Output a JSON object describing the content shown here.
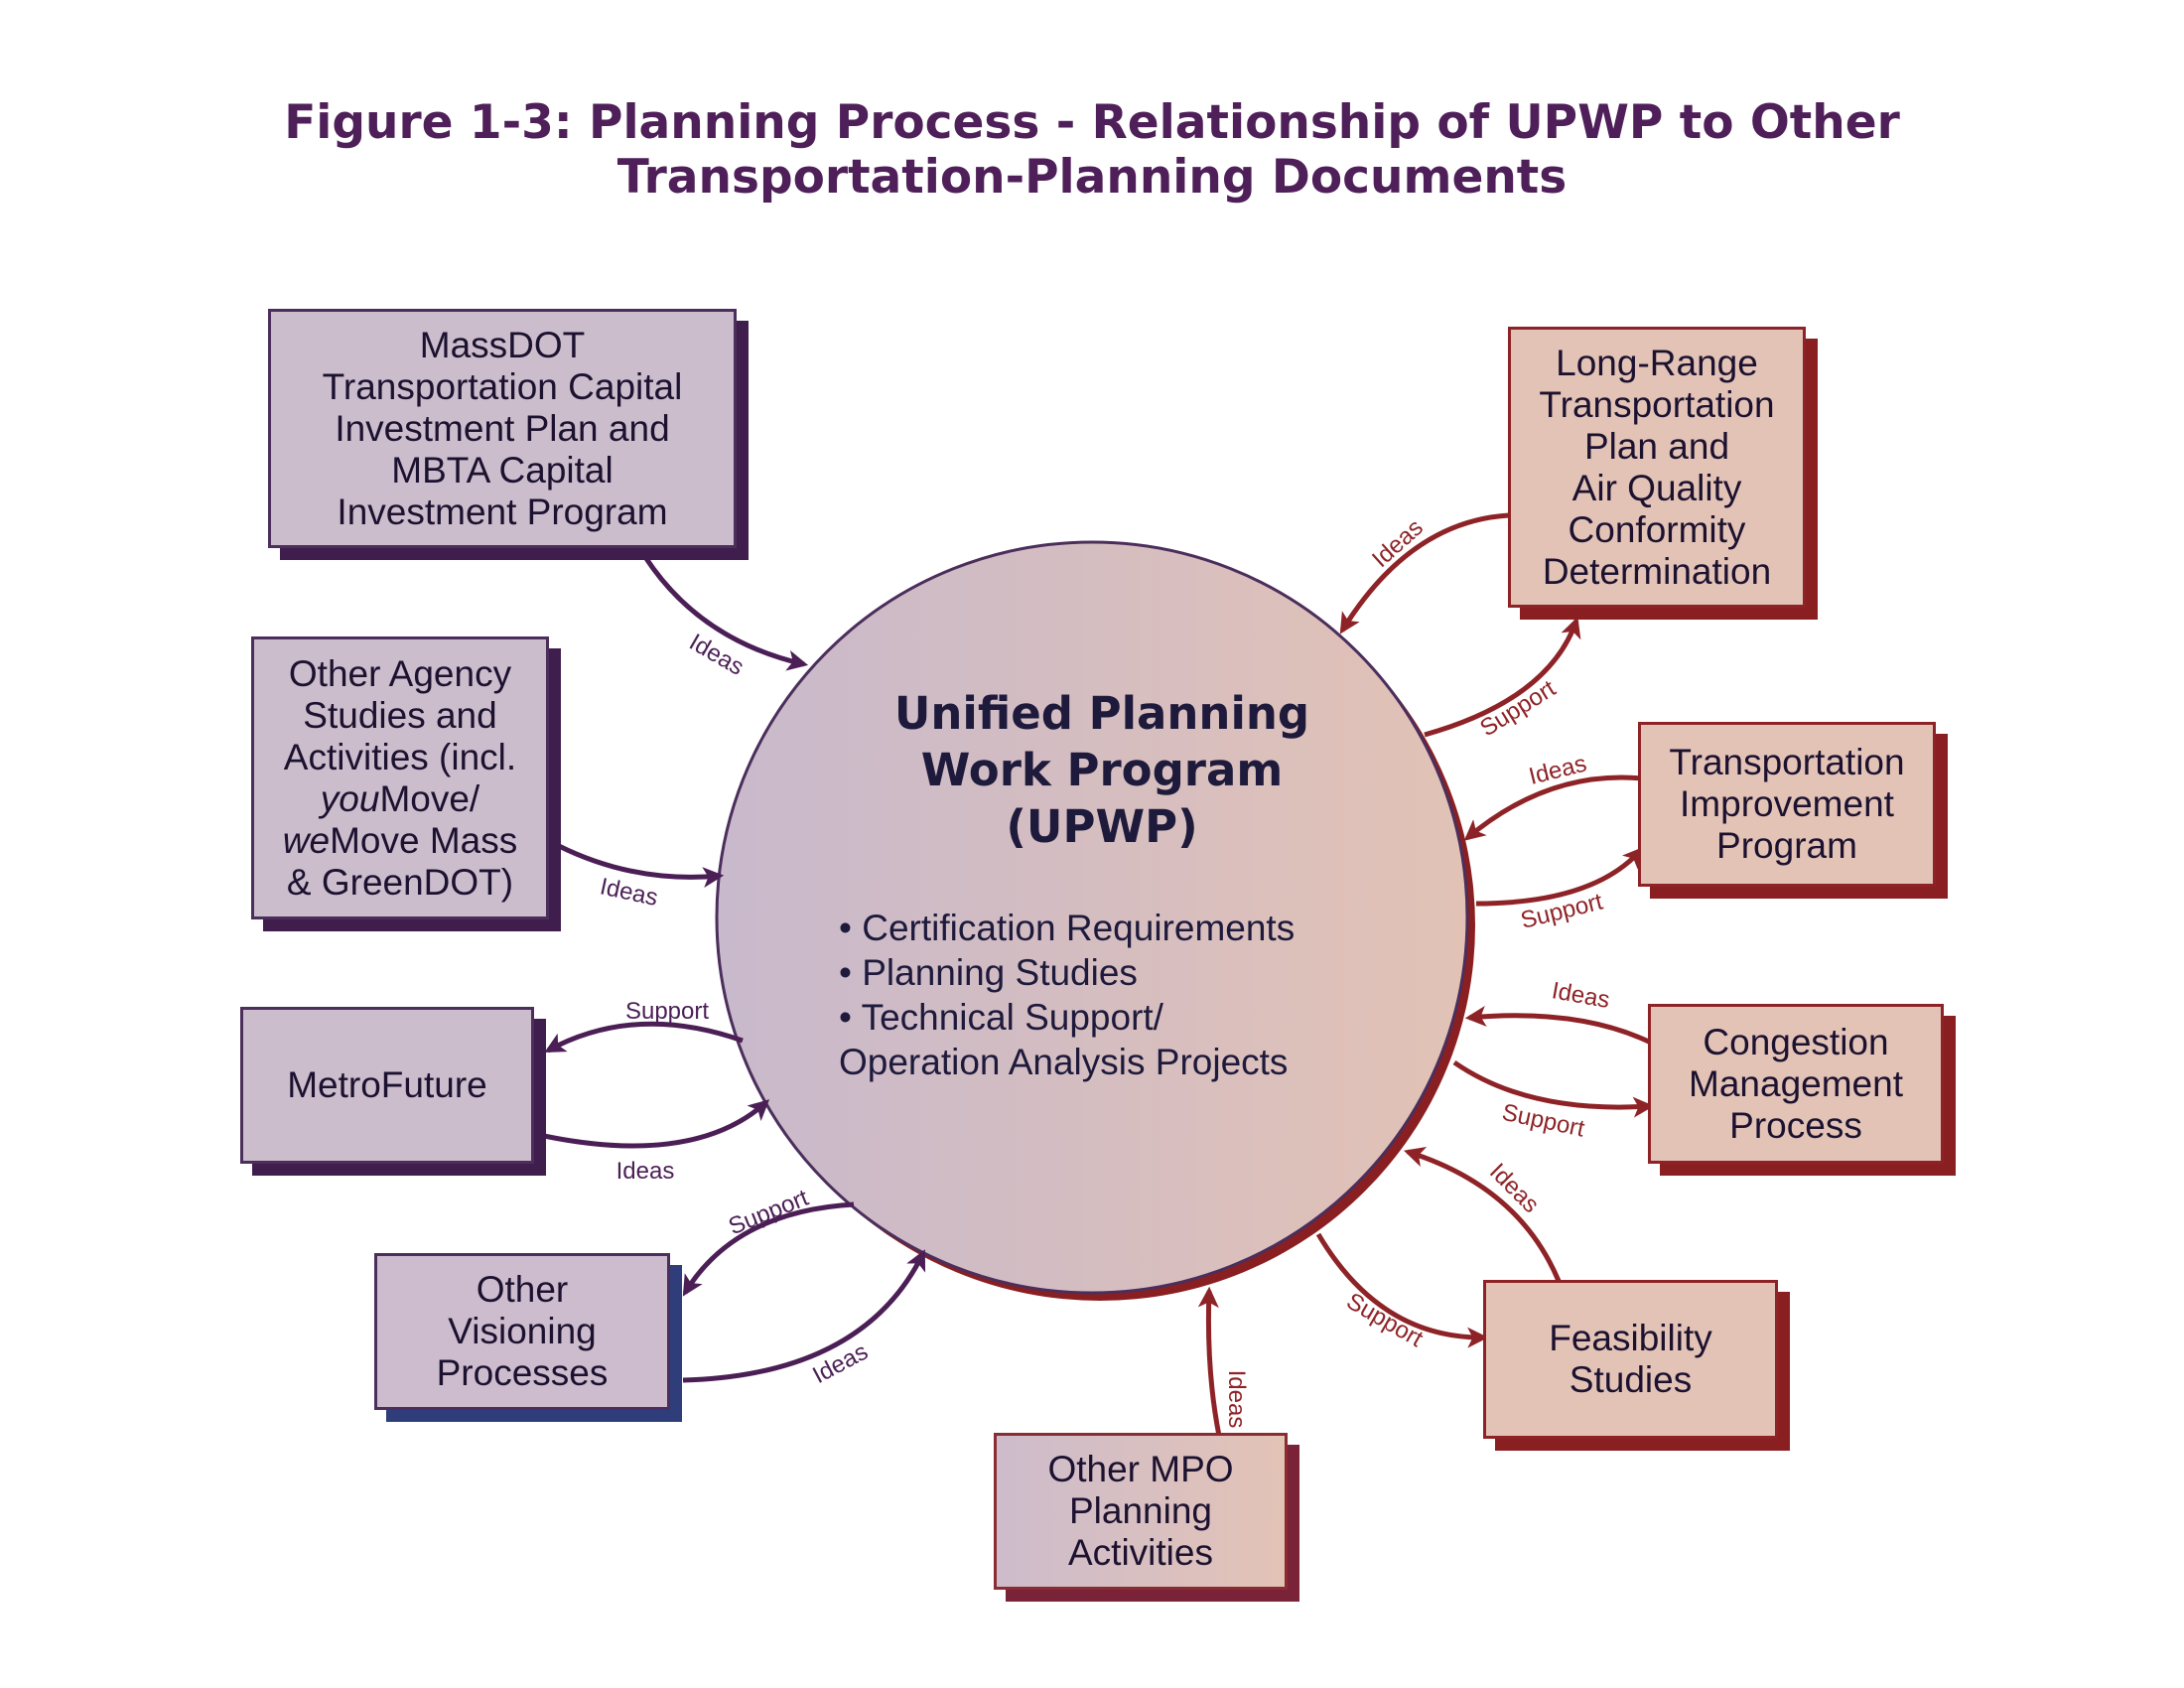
{
  "title": {
    "line1": "Figure 1-3: Planning Process - Relationship of UPWP to Other",
    "line2": "Transportation-Planning Documents"
  },
  "center": {
    "title_lines": [
      "Unified Planning",
      "Work Program",
      "(UPWP)"
    ],
    "bullets": [
      "• Certification Requirements",
      "• Planning Studies",
      "• Technical Support/",
      "Operation Analysis Projects"
    ]
  },
  "boxes": {
    "massdot": [
      "MassDOT",
      "Transportation Capital",
      "Investment Plan and",
      "MBTA Capital",
      "Investment Program"
    ],
    "other_agency": {
      "line1": "Other Agency",
      "line2": "Studies and",
      "line3": "Activities (incl.",
      "line4_italic": "you",
      "line4_rest": "Move/",
      "line5_italic": "we",
      "line5_rest": "Move Mass",
      "line6": "& GreenDOT)"
    },
    "metrofuture": [
      "MetroFuture"
    ],
    "visioning": [
      "Other",
      "Visioning",
      "Processes"
    ],
    "other_mpo": [
      "Other MPO",
      "Planning",
      "Activities"
    ],
    "long_range": [
      "Long-Range",
      "Transportation",
      "Plan and",
      "Air Quality",
      "Conformity",
      "Determination"
    ],
    "tip": [
      "Transportation",
      "Improvement",
      "Program"
    ],
    "cmp": [
      "Congestion",
      "Management",
      "Process"
    ],
    "feasibility": [
      "Feasibility",
      "Studies"
    ]
  },
  "arrow_labels": {
    "ideas": "Ideas",
    "support": "Support"
  },
  "colors": {
    "title": "#4e1f58",
    "purple_fill": "#cbbdcc",
    "purple_shadow": "#3f1e4d",
    "rust_fill": "#e3c3b6",
    "rust_shadow": "#8a1f22",
    "purple_arrow": "#4b1f56",
    "rust_arrow": "#8e2327"
  }
}
